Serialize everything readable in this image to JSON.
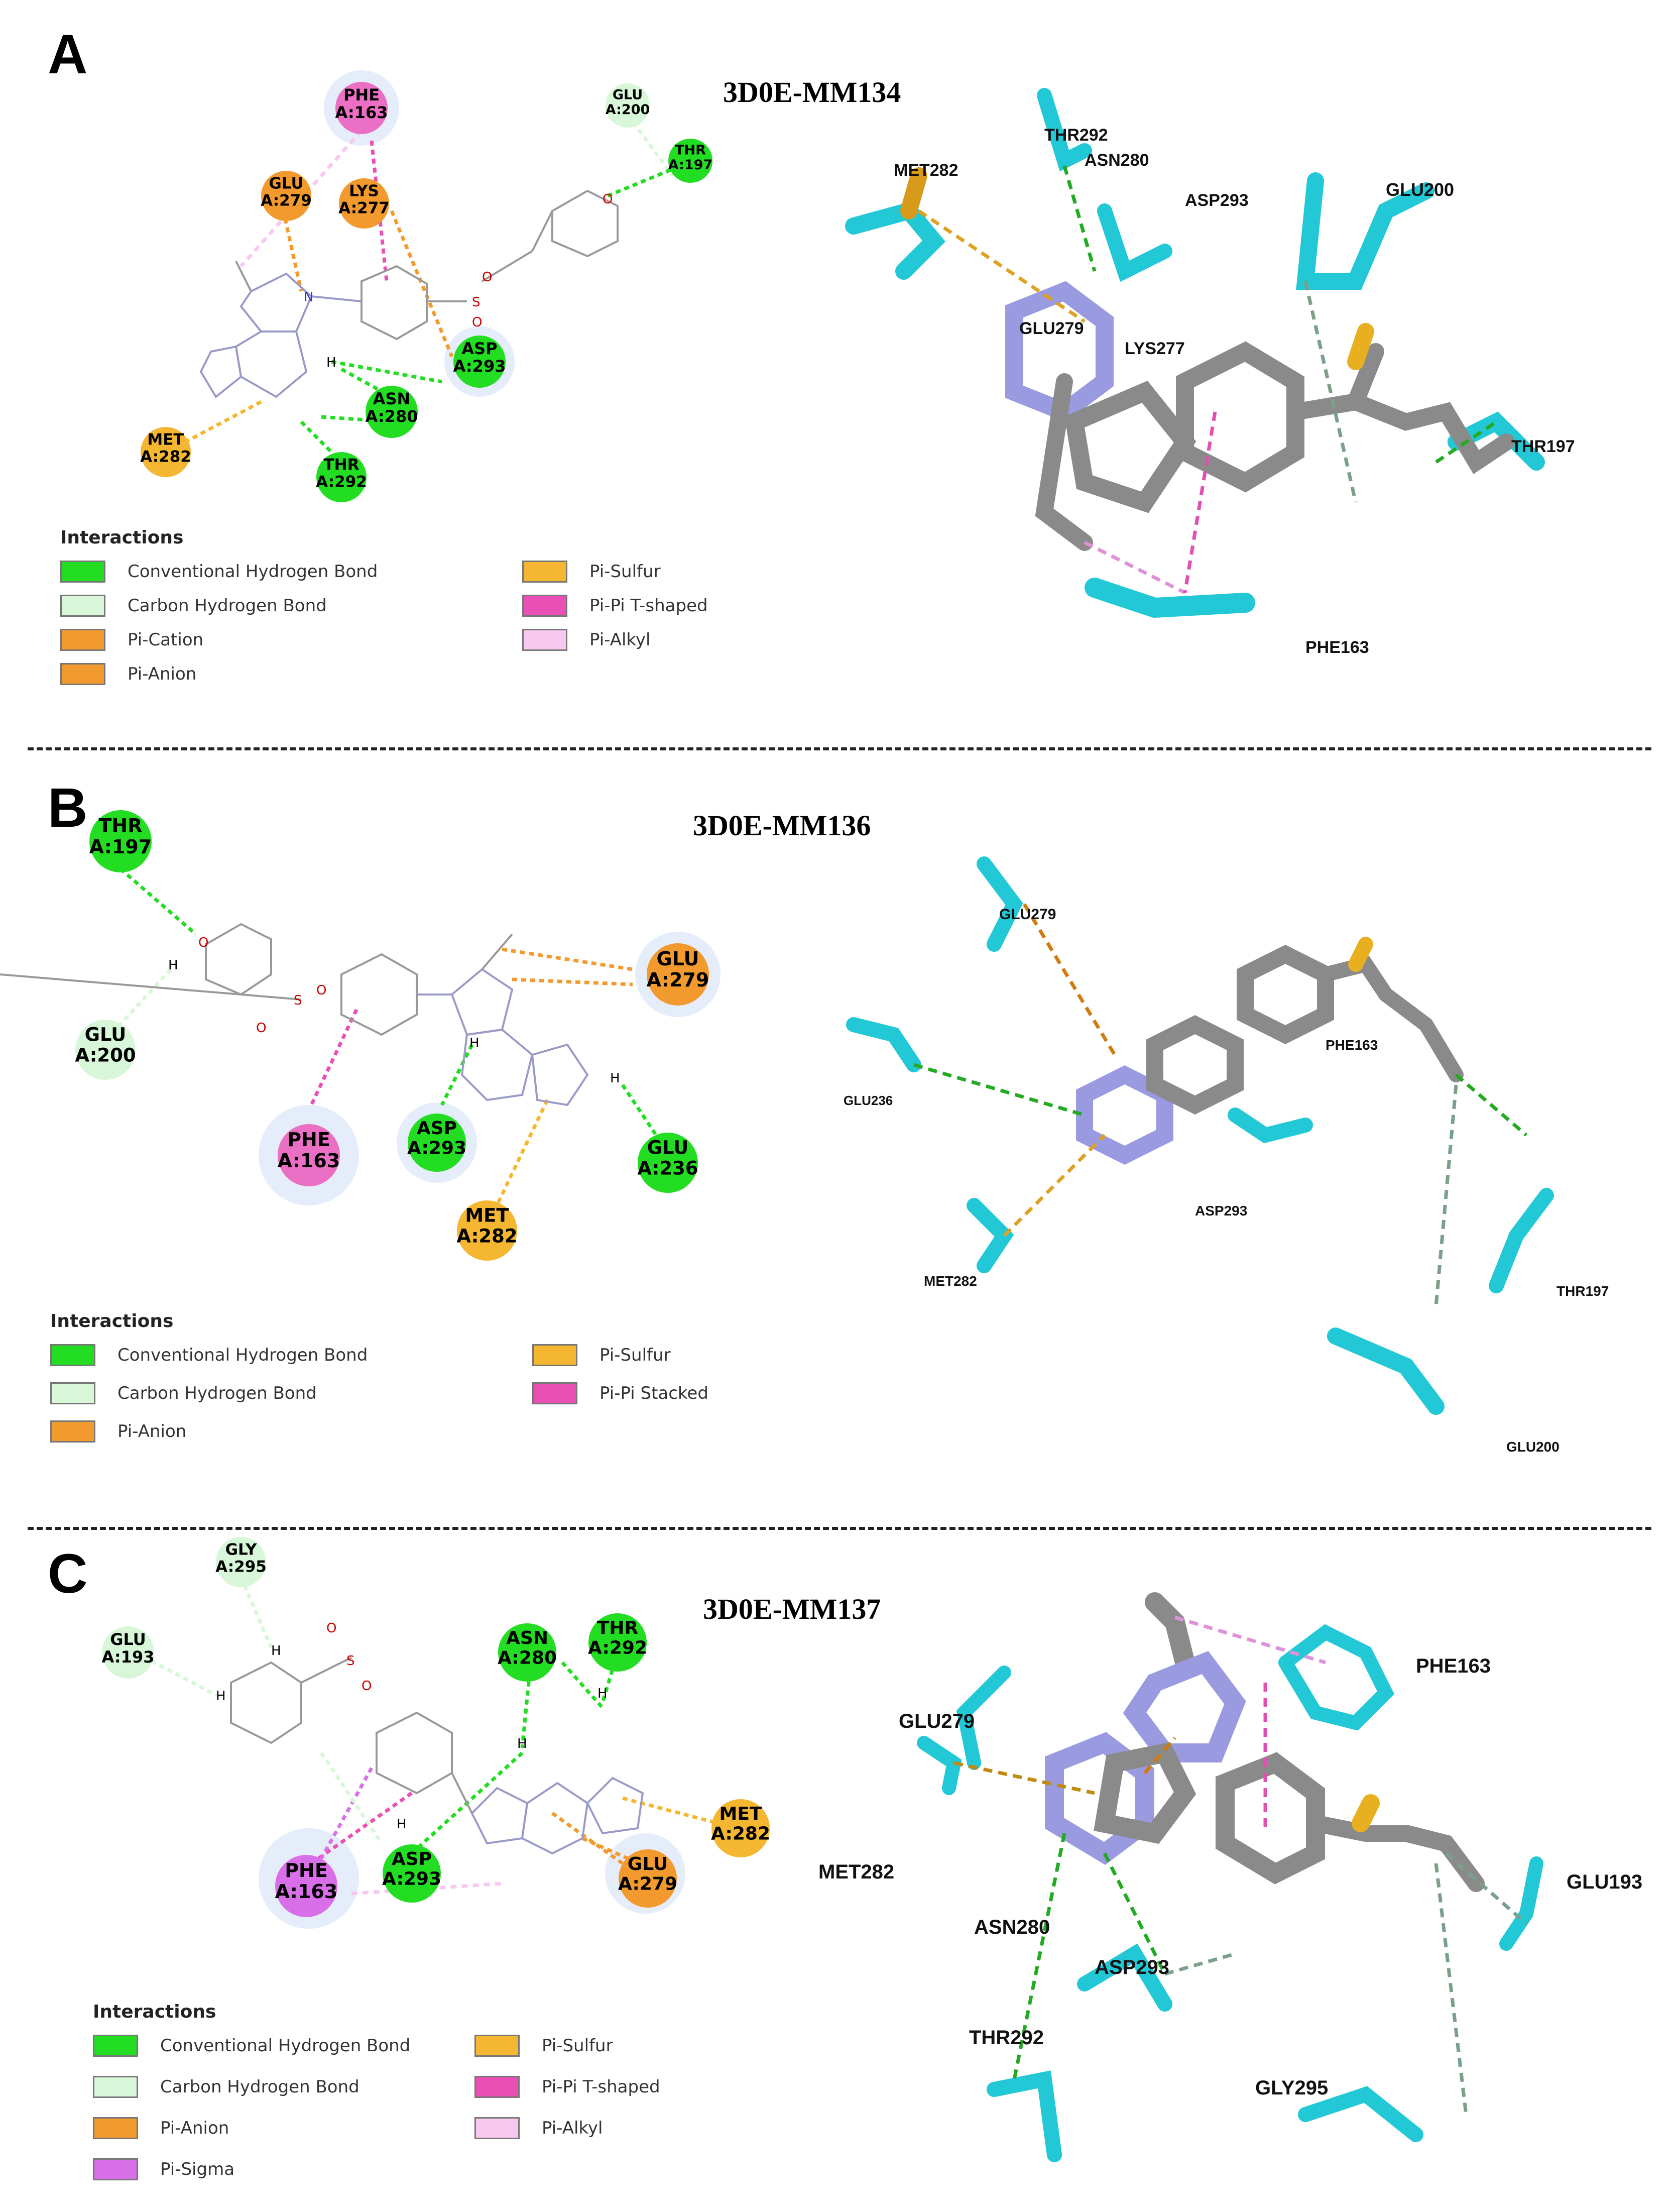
{
  "panels": [
    {
      "letter": "A",
      "title": "3D0E-MM134",
      "residues_2d": [
        {
          "res": "PHE",
          "pos": "A:163",
          "color": "#ea6fc5"
        },
        {
          "res": "GLU",
          "pos": "A:200",
          "color": "#d8f7d8"
        },
        {
          "res": "THR",
          "pos": "A:197",
          "color": "#22dd22"
        },
        {
          "res": "GLU",
          "pos": "A:279",
          "color": "#f39a2e"
        },
        {
          "res": "LYS",
          "pos": "A:277",
          "color": "#f39a2e"
        },
        {
          "res": "ASP",
          "pos": "A:293",
          "color": "#22dd22"
        },
        {
          "res": "ASN",
          "pos": "A:280",
          "color": "#22dd22"
        },
        {
          "res": "MET",
          "pos": "A:282",
          "color": "#f5b731"
        },
        {
          "res": "THR",
          "pos": "A:292",
          "color": "#22dd22"
        }
      ],
      "labels_3d": [
        "THR292",
        "MET282",
        "ASN280",
        "ASP293",
        "GLU200",
        "GLU279",
        "LYS277",
        "THR197",
        "PHE163"
      ],
      "legend_title": "Interactions",
      "legend": [
        {
          "label": "Conventional Hydrogen Bond",
          "color": "#22dd22"
        },
        {
          "label": "Carbon Hydrogen Bond",
          "color": "#d8f7d8"
        },
        {
          "label": "Pi-Cation",
          "color": "#f39a2e"
        },
        {
          "label": "Pi-Anion",
          "color": "#f39a2e"
        },
        {
          "label": "Pi-Sulfur",
          "color": "#f5b731"
        },
        {
          "label": "Pi-Pi T-shaped",
          "color": "#ea4fb5"
        },
        {
          "label": "Pi-Alkyl",
          "color": "#f8c8f0"
        }
      ]
    },
    {
      "letter": "B",
      "title": "3D0E-MM136",
      "residues_2d": [
        {
          "res": "THR",
          "pos": "A:197",
          "color": "#22dd22"
        },
        {
          "res": "GLU",
          "pos": "A:279",
          "color": "#f39a2e"
        },
        {
          "res": "GLU",
          "pos": "A:200",
          "color": "#d8f7d8"
        },
        {
          "res": "PHE",
          "pos": "A:163",
          "color": "#ea6fc5"
        },
        {
          "res": "ASP",
          "pos": "A:293",
          "color": "#22dd22"
        },
        {
          "res": "GLU",
          "pos": "A:236",
          "color": "#22dd22"
        },
        {
          "res": "MET",
          "pos": "A:282",
          "color": "#f5b731"
        }
      ],
      "labels_3d": [
        "GLU279",
        "PHE163",
        "GLU236",
        "ASP293",
        "MET282",
        "THR197",
        "GLU200"
      ],
      "legend_title": "Interactions",
      "legend": [
        {
          "label": "Conventional Hydrogen Bond",
          "color": "#22dd22"
        },
        {
          "label": "Carbon Hydrogen Bond",
          "color": "#d8f7d8"
        },
        {
          "label": "Pi-Anion",
          "color": "#f39a2e"
        },
        {
          "label": "Pi-Sulfur",
          "color": "#f5b731"
        },
        {
          "label": "Pi-Pi Stacked",
          "color": "#ea4fb5"
        }
      ]
    },
    {
      "letter": "C",
      "title": "3D0E-MM137",
      "residues_2d": [
        {
          "res": "GLY",
          "pos": "A:295",
          "color": "#d8f7d8"
        },
        {
          "res": "GLU",
          "pos": "A:193",
          "color": "#d8f7d8"
        },
        {
          "res": "ASN",
          "pos": "A:280",
          "color": "#22dd22"
        },
        {
          "res": "THR",
          "pos": "A:292",
          "color": "#22dd22"
        },
        {
          "res": "MET",
          "pos": "A:282",
          "color": "#f5b731"
        },
        {
          "res": "ASP",
          "pos": "A:293",
          "color": "#22dd22"
        },
        {
          "res": "PHE",
          "pos": "A:163",
          "color": "#d86ee8"
        },
        {
          "res": "GLU",
          "pos": "A:279",
          "color": "#f39a2e"
        }
      ],
      "labels_3d": [
        "PHE163",
        "GLU279",
        "MET282",
        "GLU193",
        "ASN280",
        "ASP293",
        "THR292",
        "GLY295"
      ],
      "legend_title": "Interactions",
      "legend": [
        {
          "label": "Conventional Hydrogen Bond",
          "color": "#22dd22"
        },
        {
          "label": "Carbon Hydrogen Bond",
          "color": "#d8f7d8"
        },
        {
          "label": "Pi-Anion",
          "color": "#f39a2e"
        },
        {
          "label": "Pi-Sigma",
          "color": "#d86ee8"
        },
        {
          "label": "Pi-Sulfur",
          "color": "#f5b731"
        },
        {
          "label": "Pi-Pi T-shaped",
          "color": "#ea4fb5"
        },
        {
          "label": "Pi-Alkyl",
          "color": "#f8c8f0"
        }
      ]
    }
  ]
}
